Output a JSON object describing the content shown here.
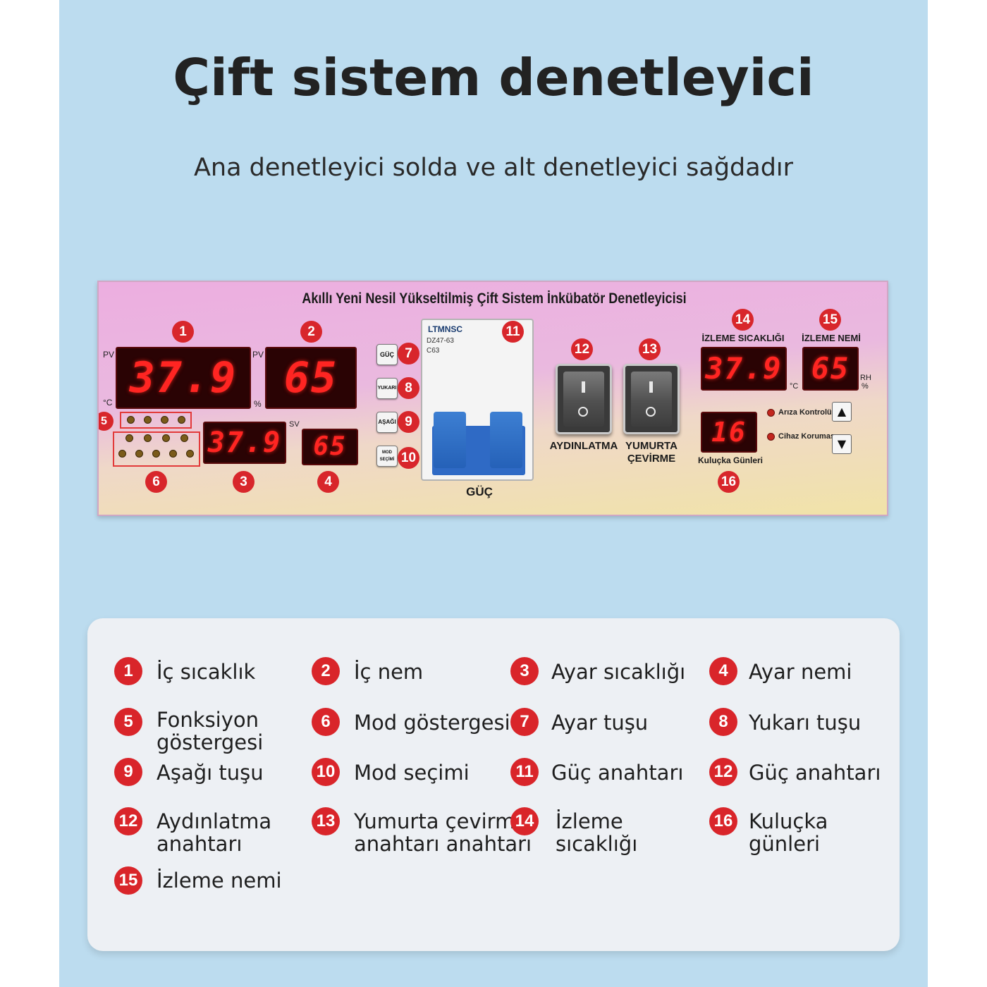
{
  "header": {
    "title": "Çift sistem denetleyici",
    "subtitle": "Ana denetleyici solda ve alt denetleyici sağdadır"
  },
  "panel": {
    "title": "Akıllı Yeni Nesil Yükseltilmiş Çift Sistem İnkübatör Denetleyicisi",
    "pv_label": "PV",
    "sv_label": "SV",
    "temp_unit": "°C",
    "hum_unit": "%",
    "rh_unit": "RH",
    "displays": {
      "pv_temp": "37.9",
      "pv_hum": "65",
      "sv_temp": "37.9",
      "sv_hum": "65",
      "monitor_temp": "37.9",
      "monitor_hum": "65",
      "incubation_days": "16"
    },
    "buttons": {
      "set": "GÜÇ",
      "up": "YUKARI",
      "down": "AŞAĞI",
      "mode": "MOD SEÇİMİ"
    },
    "breaker": {
      "brand": "LTMNSC",
      "model": "DZ47-63",
      "rating": "C63",
      "label": "GÜÇ"
    },
    "switches": {
      "lighting": "AYDINLATMA",
      "turning_line1": "YUMURTA",
      "turning_line2": "ÇEVİRME"
    },
    "monitor_temp_label": "İZLEME SICAKLIĞI",
    "monitor_hum_label": "İZLEME NEMİ",
    "incubation_label": "Kuluçka Günleri",
    "fault_label": "Arıza Kontrolü",
    "protect_label": "Cihaz Koruması",
    "badges": [
      "1",
      "2",
      "3",
      "4",
      "5",
      "6",
      "7",
      "8",
      "9",
      "10",
      "11",
      "12",
      "13",
      "14",
      "15",
      "16"
    ]
  },
  "legend": [
    {
      "num": "1",
      "text": "İç sıcaklık"
    },
    {
      "num": "2",
      "text": "İç nem"
    },
    {
      "num": "3",
      "text": "Ayar sıcaklığı"
    },
    {
      "num": "4",
      "text": "Ayar nemi"
    },
    {
      "num": "5",
      "text": "Fonksiyon göstergesi"
    },
    {
      "num": "6",
      "text": "Mod göstergesi"
    },
    {
      "num": "7",
      "text": "Ayar tuşu"
    },
    {
      "num": "8",
      "text": "Yukarı tuşu"
    },
    {
      "num": "9",
      "text": "Aşağı tuşu"
    },
    {
      "num": "10",
      "text": "Mod seçimi"
    },
    {
      "num": "11",
      "text": "Güç anahtarı"
    },
    {
      "num": "12",
      "text": "Güç anahtarı"
    },
    {
      "num": "12",
      "text": "Aydınlatma anahtarı"
    },
    {
      "num": "13",
      "text": "Yumurta çevirme anahtarı anahtarı"
    },
    {
      "num": "14",
      "text": "İzleme sıcaklığı"
    },
    {
      "num": "16",
      "text": "Kuluçka günleri"
    },
    {
      "num": "15",
      "text": "İzleme nemi"
    }
  ],
  "colors": {
    "background": "#bcdcef",
    "badge": "#d9252a",
    "led": "#ff2522"
  }
}
